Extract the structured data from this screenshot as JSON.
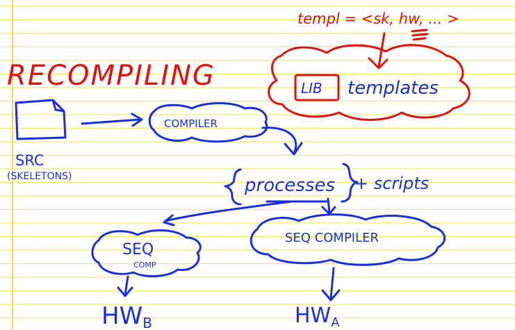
{
  "colors": {
    "paper": "#ffffff",
    "rule_lines": "#f0ea6a",
    "margin_line": "#f2d94c",
    "ink_red": "#e0110f",
    "ink_blue": "#1a2ee0"
  },
  "title": "RECOMPILING",
  "templ_note": {
    "text": "templ = <sk, hw, ... >"
  },
  "lib_templates": {
    "box_label": "LIB",
    "label": "templates"
  },
  "source": {
    "label": "SRC",
    "sublabel": "(SKELETONS)"
  },
  "compiler": {
    "label": "COMPILER"
  },
  "processes": {
    "label": "processes",
    "suffix": "+ scripts"
  },
  "seq_comp": {
    "line1": "SEQ",
    "line2": "COMP"
  },
  "seq_compiler": {
    "label": "SEQ COMPILER"
  },
  "outputs": {
    "hw_b": {
      "main": "HW",
      "sub": "B"
    },
    "hw_a": {
      "main": "HW",
      "sub": "A"
    }
  }
}
